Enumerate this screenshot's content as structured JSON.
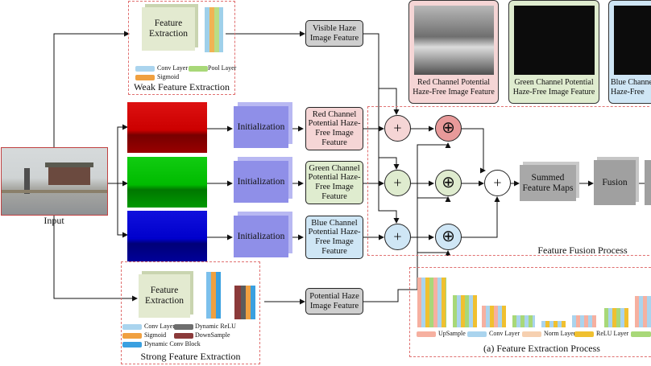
{
  "input_label": "Input",
  "weak": {
    "title": "Weak Feature Extraction",
    "block": "Feature Extraction",
    "legend": {
      "conv": "Conv Layer",
      "pool": "Pool Layer",
      "sigmoid": "Sigmoid"
    }
  },
  "strong": {
    "title": "Strong Feature Extraction",
    "block": "Feature Extraction",
    "legend": {
      "conv": "Conv Layer",
      "relu": "Dynamic ReLU",
      "sigmoid": "Sigmoid",
      "downsample": "DownSample",
      "dynconv": "Dynamic Conv Block"
    }
  },
  "init_label": "Initialization",
  "features": {
    "visible": "Visible Haze Image Feature",
    "red": "Red Channel Potential Haze-Free Image Feature",
    "green": "Green Channel Potential Haze-Free Image Feature",
    "blue": "Blue Channel Potential Haze-Free Image Feature",
    "potential": "Potential Haze Image Feature"
  },
  "previews": {
    "red": "Red Channel Potential Haze-Free Image Feature",
    "green": "Green Channel Potential Haze-Free Image Feature",
    "blue": "Blue Channel Haze-Free"
  },
  "ops": {
    "plus": "+",
    "oplus": "⊕"
  },
  "summed": "Summed Feature Maps",
  "fusion": "Fusion",
  "fusion_process": "Feature Fusion Process",
  "extraction_process": {
    "title": "(a) Feature Extraction Process",
    "legend": {
      "upsample": "UpSample",
      "conv": "Conv Layer",
      "norm": "Norm Layer",
      "relu": "ReLU Layer"
    }
  },
  "colors": {
    "feature_block": "#e3ead0",
    "init_block": "#8f8fe8",
    "red_fill": "#f5d5d5",
    "green_fill": "#dfeccf",
    "blue_fill": "#cfe6f5",
    "gray_fill": "#cfcfcf",
    "dash_border": "#e07070"
  }
}
